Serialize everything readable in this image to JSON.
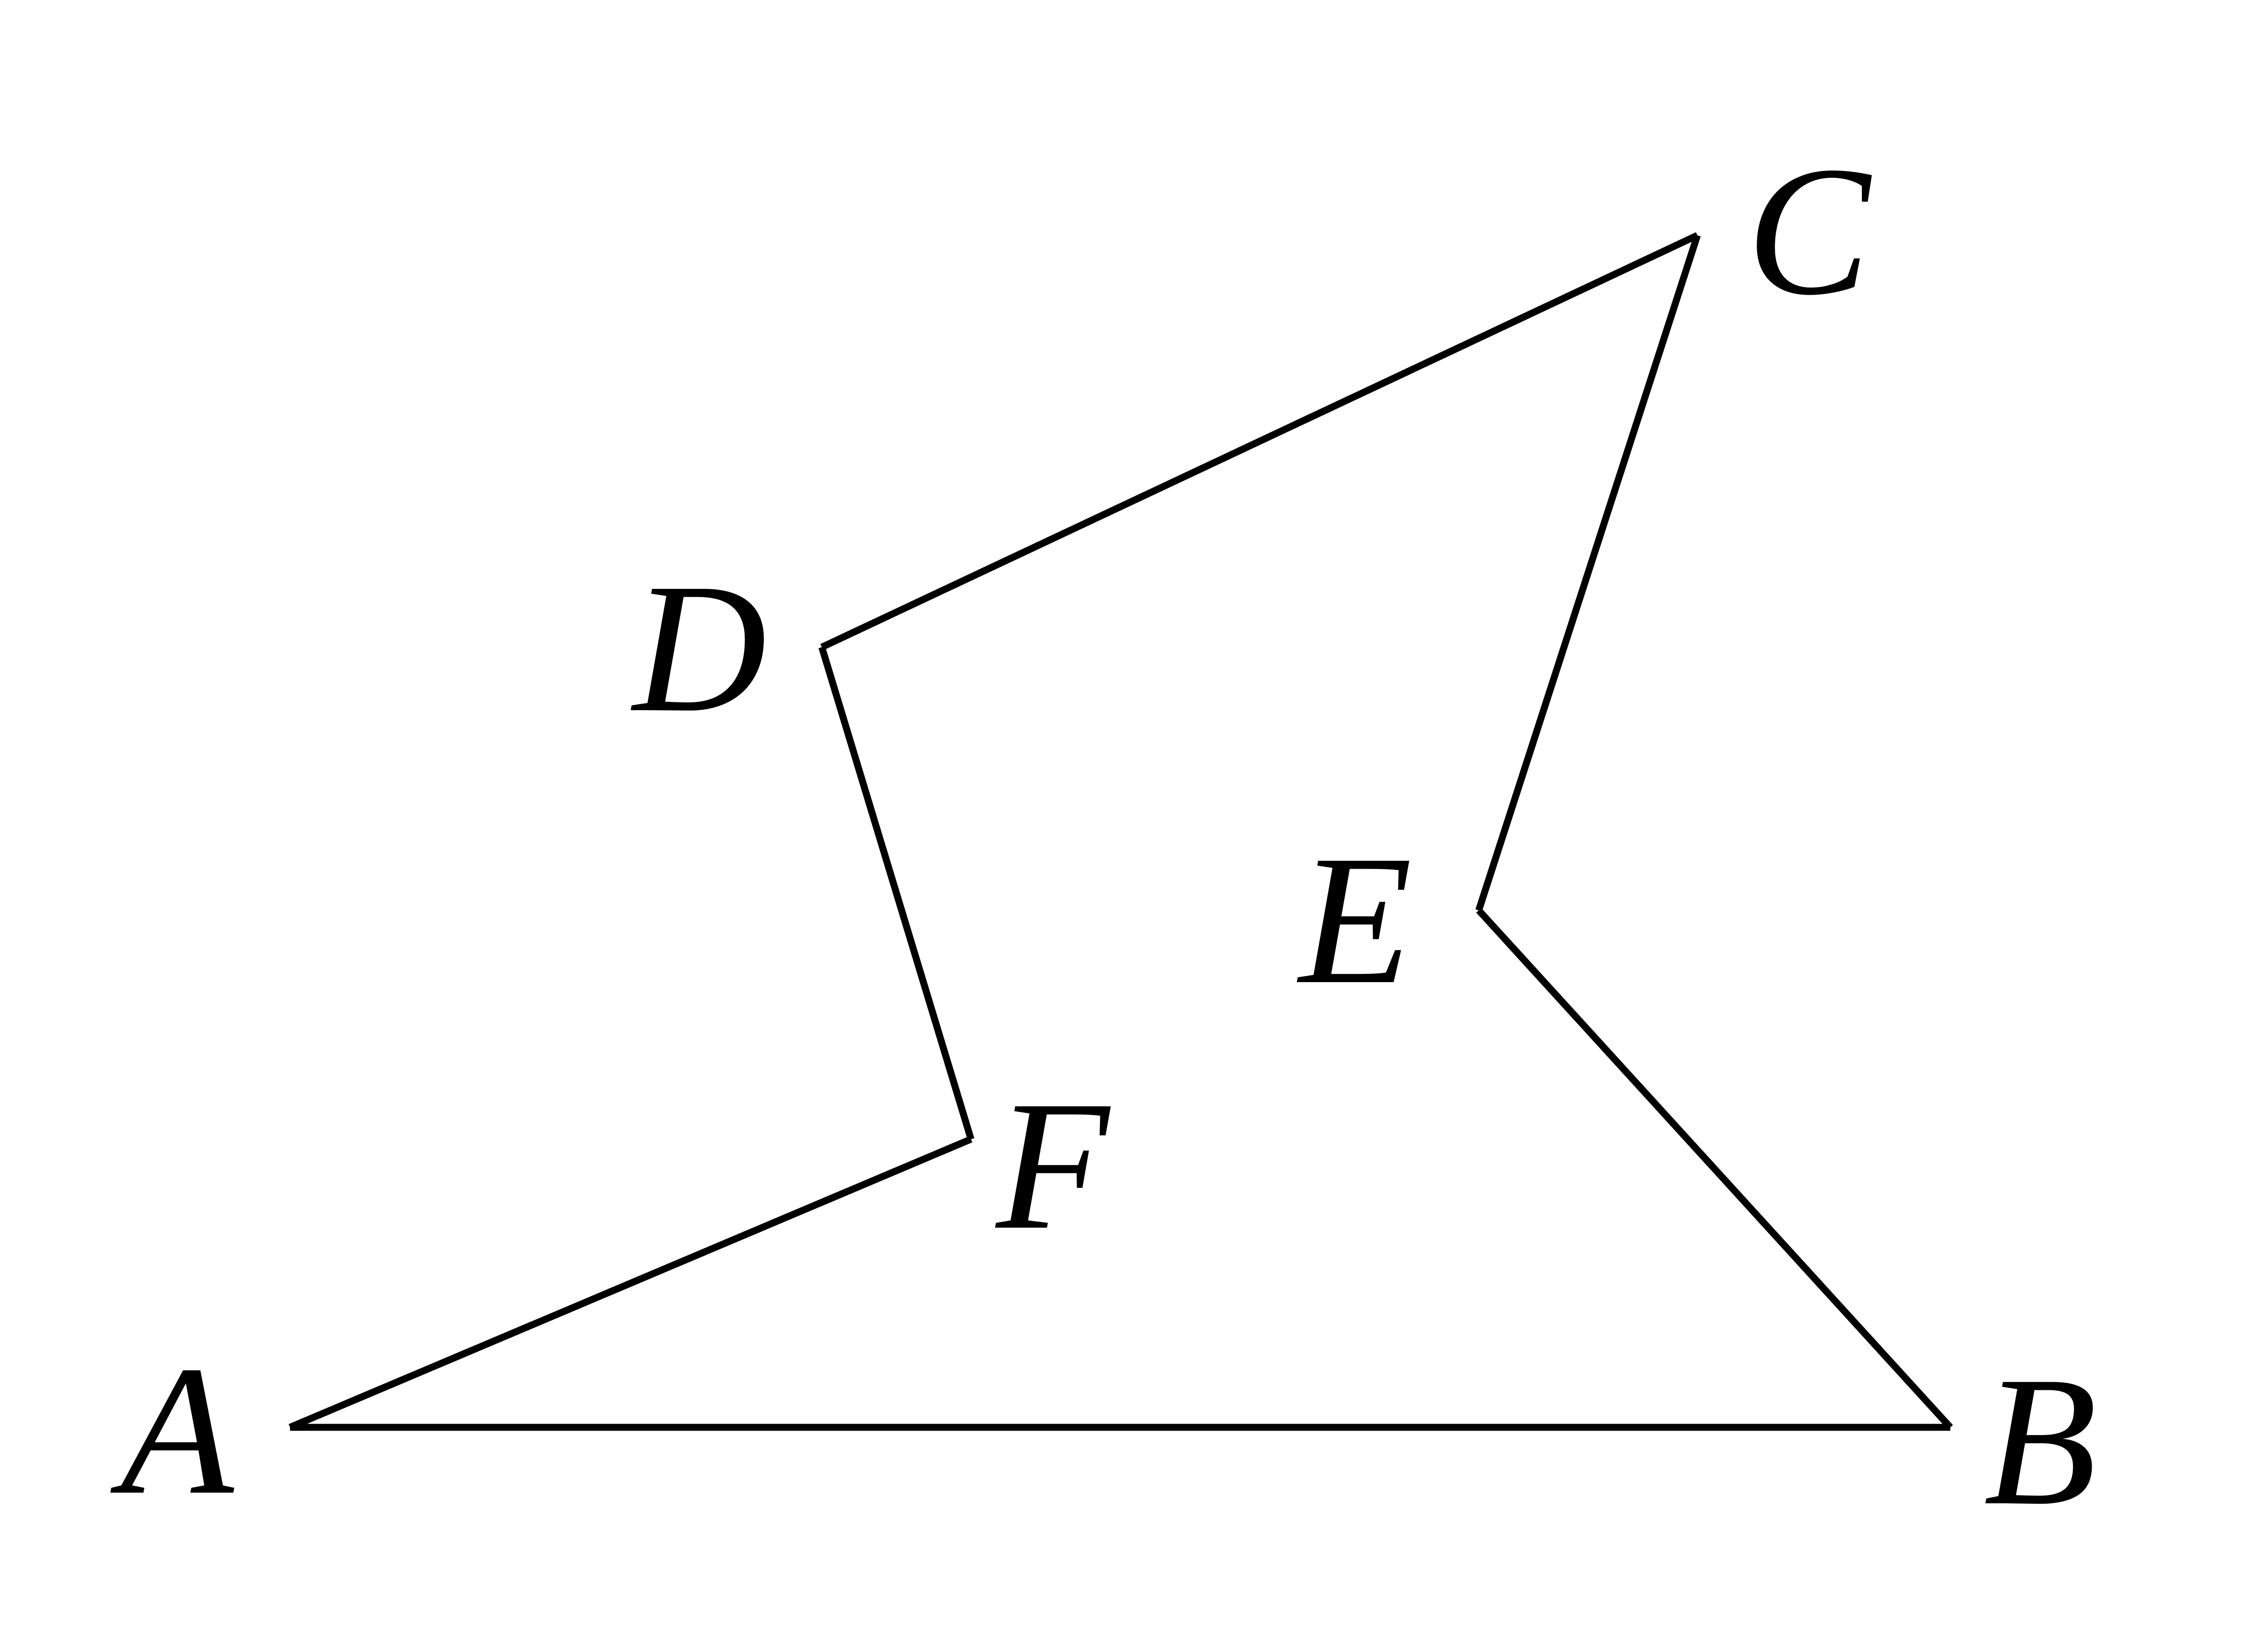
{
  "figure": {
    "stroke_color": "#000000",
    "background": "#ffffff",
    "vertices": {
      "A": {
        "label": "A"
      },
      "B": {
        "label": "B"
      },
      "C": {
        "label": "C"
      },
      "D": {
        "label": "D"
      },
      "E": {
        "label": "E"
      },
      "F": {
        "label": "F"
      }
    },
    "edges": [
      [
        "A",
        "B"
      ],
      [
        "B",
        "E"
      ],
      [
        "E",
        "C"
      ],
      [
        "C",
        "D"
      ],
      [
        "D",
        "F"
      ],
      [
        "F",
        "A"
      ]
    ]
  }
}
